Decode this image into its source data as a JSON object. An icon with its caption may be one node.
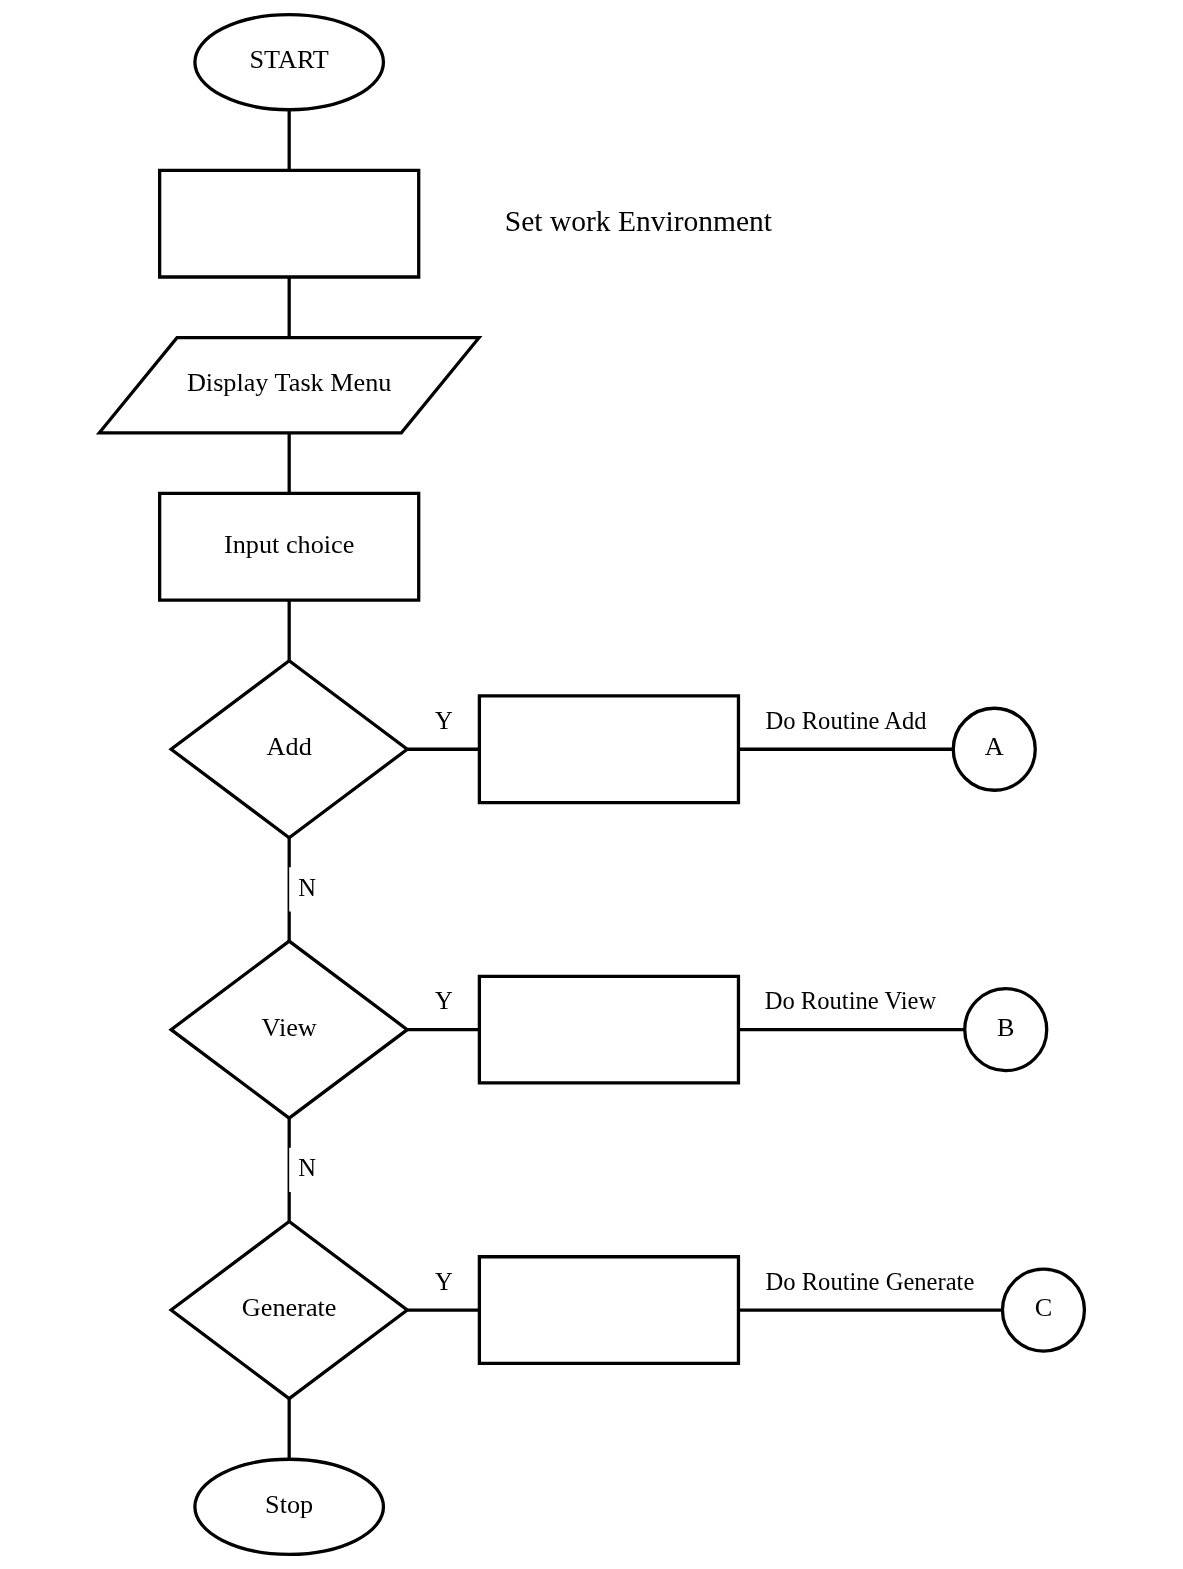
{
  "diagram": {
    "nodes": [
      {
        "text": [
          "START"
        ]
      },
      {
        "text": [],
        "shape": "box",
        "beside": [
          "Set work Environment"
        ]
      },
      {
        "text": [
          "Display Task Menu"
        ]
      },
      {
        "text": [
          "Input choice"
        ]
      },
      {
        "text": [
          "Add"
        ]
      },
      {
        "text": [],
        "shape": "box"
      },
      {
        "text": [
          "A"
        ]
      },
      {
        "text": [
          "View"
        ]
      },
      {
        "text": [],
        "shape": "box"
      },
      {
        "text": [
          "B"
        ]
      },
      {
        "text": [
          "Generate"
        ]
      },
      {
        "text": [],
        "shape": "box"
      },
      {
        "text": [
          "C"
        ]
      },
      {
        "text": [
          "Stop"
        ]
      }
    ],
    "edges": [
      {
        "from": 0,
        "to": 1,
        "arrow": "none"
      },
      {
        "from": 1,
        "to": 2,
        "arrow": "none"
      },
      {
        "from": 2,
        "to": 3,
        "arrow": "none"
      },
      {
        "from": 3,
        "to": 4,
        "arrow": "none"
      },
      {
        "from": 4,
        "to": 5,
        "arrow": "none",
        "label": "Y"
      },
      {
        "from": 5,
        "to": 6,
        "arrow": "none",
        "label": "Do Routine Add"
      },
      {
        "from": 4,
        "to": 7,
        "arrow": "none",
        "label": "N"
      },
      {
        "from": 7,
        "to": 8,
        "arrow": "none",
        "label": "Y"
      },
      {
        "from": 8,
        "to": 9,
        "arrow": "none",
        "label": "Do Routine View"
      },
      {
        "from": 7,
        "to": 10,
        "arrow": "none",
        "label": "N"
      },
      {
        "from": 10,
        "to": 11,
        "arrow": "none",
        "label": "Y"
      },
      {
        "from": 11,
        "to": 12,
        "arrow": "none",
        "label": "Do Routine Generate"
      },
      {
        "from": 10,
        "to": 13,
        "arrow": "none"
      }
    ]
  }
}
